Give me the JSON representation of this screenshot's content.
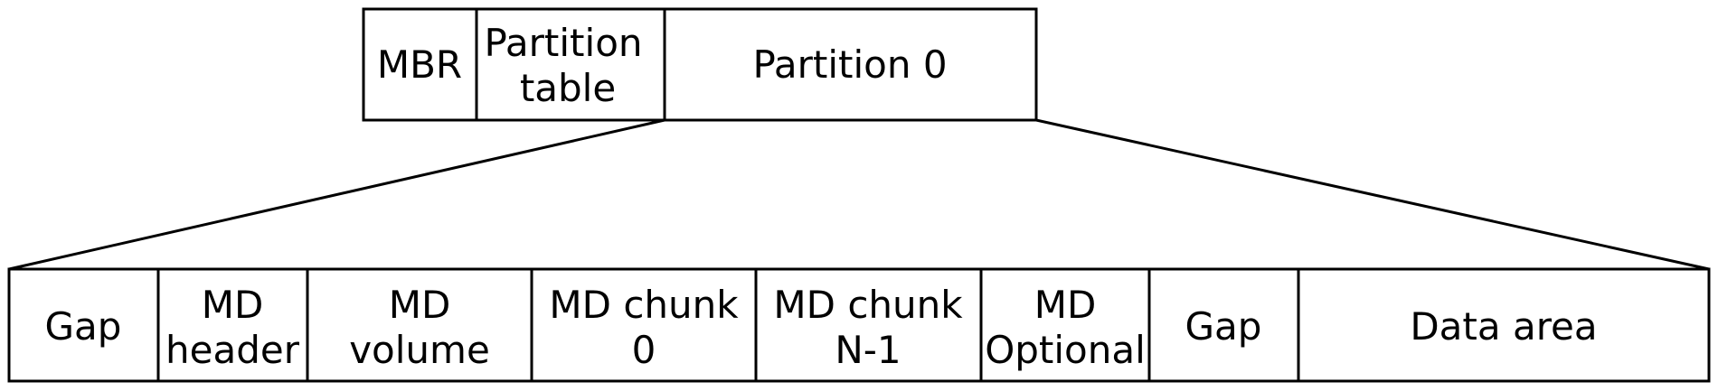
{
  "top_row": {
    "cells": [
      {
        "lines": [
          "MBR"
        ]
      },
      {
        "lines": [
          "Partition",
          "table"
        ]
      },
      {
        "lines": [
          "Partition 0"
        ]
      }
    ]
  },
  "bottom_row": {
    "cells": [
      {
        "lines": [
          "Gap"
        ]
      },
      {
        "lines": [
          "MD",
          "header"
        ]
      },
      {
        "lines": [
          "MD",
          "volume"
        ]
      },
      {
        "lines": [
          "MD chunk",
          "0"
        ]
      },
      {
        "lines": [
          "MD chunk",
          "N-1"
        ]
      },
      {
        "lines": [
          "MD",
          "Optional"
        ]
      },
      {
        "lines": [
          "Gap"
        ]
      },
      {
        "lines": [
          "Data area"
        ]
      }
    ]
  }
}
